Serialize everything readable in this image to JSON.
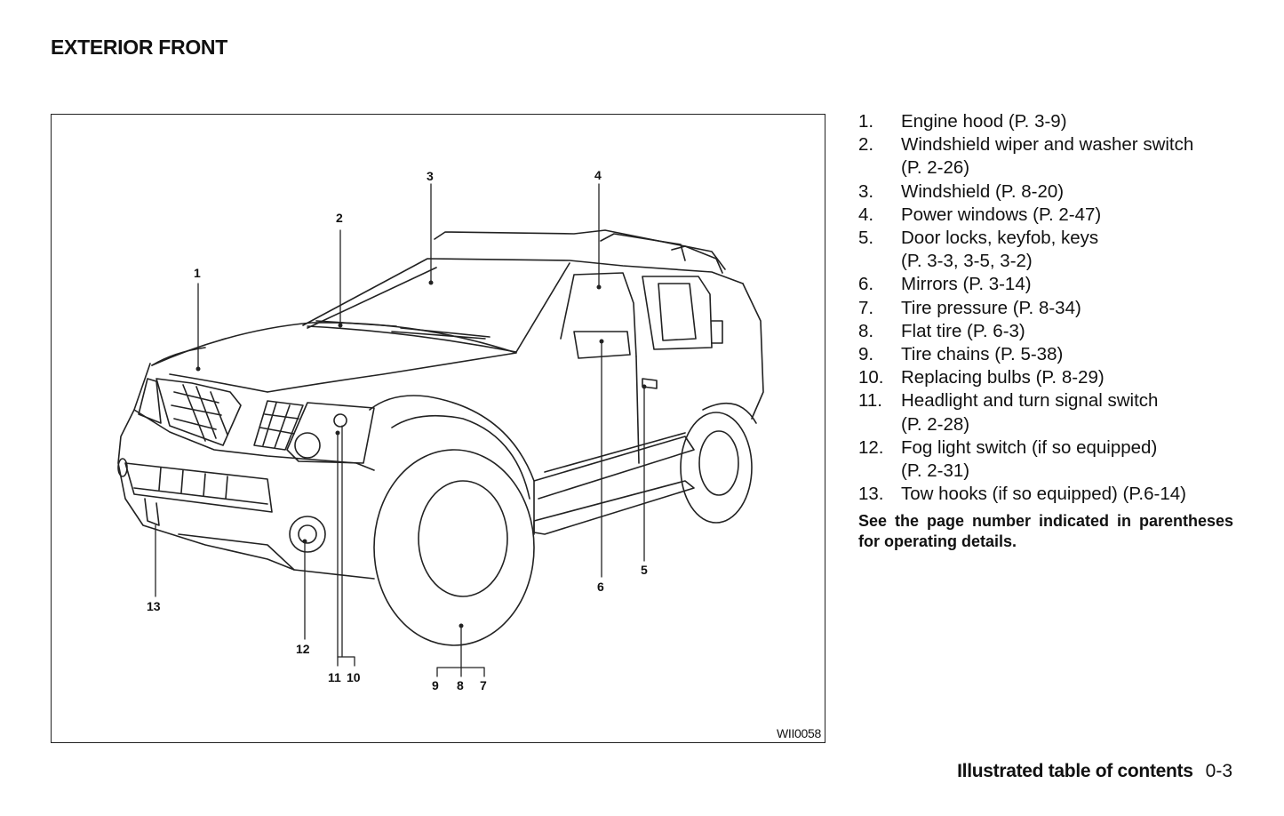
{
  "page": {
    "title": "EXTERIOR FRONT",
    "footer_section": "Illustrated table of contents",
    "footer_page": "0-3"
  },
  "figure": {
    "code": "WII0058",
    "callouts": [
      "1",
      "2",
      "3",
      "4",
      "5",
      "6",
      "13",
      "12",
      "11",
      "10",
      "9",
      "8",
      "7"
    ]
  },
  "legend": [
    {
      "num": "1.",
      "text": "Engine hood (P. 3-9)"
    },
    {
      "num": "2.",
      "text": "Windshield wiper and washer switch"
    },
    {
      "num": "",
      "text": "(P. 2-26)"
    },
    {
      "num": "3.",
      "text": "Windshield (P. 8-20)"
    },
    {
      "num": "4.",
      "text": "Power windows (P. 2-47)"
    },
    {
      "num": "5.",
      "text": "Door locks, keyfob, keys"
    },
    {
      "num": "",
      "text": "(P. 3-3, 3-5, 3-2)"
    },
    {
      "num": "6.",
      "text": "Mirrors (P. 3-14)"
    },
    {
      "num": "7.",
      "text": "Tire pressure (P. 8-34)"
    },
    {
      "num": "8.",
      "text": "Flat tire (P. 6-3)"
    },
    {
      "num": "9.",
      "text": "Tire chains (P. 5-38)"
    },
    {
      "num": "10.",
      "text": "Replacing bulbs (P. 8-29)"
    },
    {
      "num": "11.",
      "text": "Headlight and turn signal switch"
    },
    {
      "num": "",
      "text": "(P. 2-28)"
    },
    {
      "num": "12.",
      "text": "Fog light switch (if so equipped)"
    },
    {
      "num": "",
      "text": "(P. 2-31)"
    },
    {
      "num": "13.",
      "text": "Tow hooks (if so equipped) (P.6-14)"
    }
  ],
  "note": "See the page number indicated in parentheses for operating details."
}
